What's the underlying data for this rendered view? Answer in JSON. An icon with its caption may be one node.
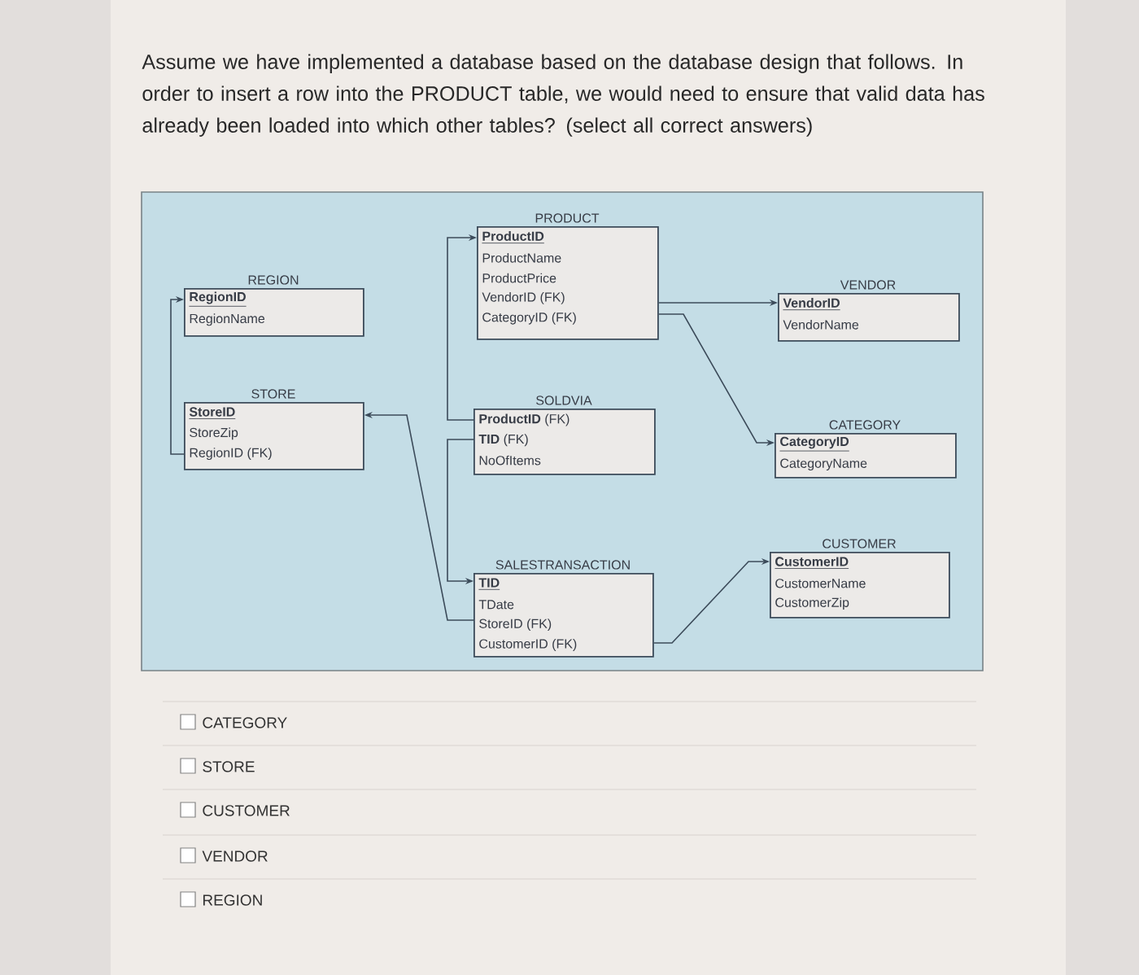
{
  "diagram": {
    "title": "Assume we have implemented a database based on the database design that follows.  In order to insert a row into the PRODUCT table, we would need to ensure that valid data has already been loaded into which other tables? (select all correct answers)",
    "nodes": [
      {
        "text": [
          "PRODUCT",
          "ProductID",
          "ProductName",
          "ProductPrice",
          "VendorID (FK)",
          "CategoryID (FK)"
        ]
      },
      {
        "text": [
          "REGION",
          "RegionID",
          "RegionName"
        ]
      },
      {
        "text": [
          "VENDOR",
          "VendorID",
          "VendorName"
        ]
      },
      {
        "text": [
          "STORE",
          "StoreID",
          "StoreZip",
          "RegionID (FK)"
        ]
      },
      {
        "text": [
          "SOLDVIA",
          "**ProductID** (FK)",
          "**TID** (FK)",
          "NoOfItems"
        ]
      },
      {
        "text": [
          "CATEGORY",
          "CategoryID",
          "CategoryName"
        ]
      },
      {
        "text": [
          "SALESTRANSACTION",
          "TID",
          "TDate",
          "StoreID (FK)",
          "CustomerID (FK)"
        ]
      },
      {
        "text": [
          "CUSTOMER",
          "CustomerID",
          "CustomerName",
          "CustomerZip"
        ]
      }
    ],
    "edges": [
      {
        "from": 3,
        "to": 1,
        "arrow": "to"
      },
      {
        "from": 4,
        "to": 0,
        "arrow": "to"
      },
      {
        "from": 0,
        "to": 2,
        "arrow": "to"
      },
      {
        "from": 0,
        "to": 5,
        "arrow": "to"
      },
      {
        "from": 4,
        "to": 6,
        "arrow": "to"
      },
      {
        "from": 6,
        "to": 3,
        "arrow": "to"
      },
      {
        "from": 6,
        "to": 7,
        "arrow": "to"
      }
    ],
    "labels": [
      "CATEGORY",
      "STORE",
      "CUSTOMER",
      "VENDOR",
      "REGION"
    ]
  }
}
